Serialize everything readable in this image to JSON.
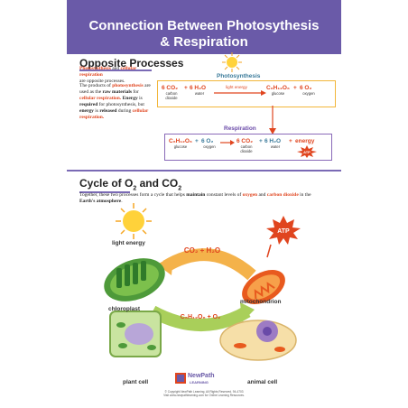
{
  "header": {
    "title_line1": "Connection Between Photosythesis",
    "title_line2": "& Respiration"
  },
  "opposite": {
    "heading": "Opposite Processes",
    "p1_red1": "Photosynthesis",
    "p1_mid": " and ",
    "p1_red2": "cellular respiration",
    "p1_end": "are opposite processes.",
    "p2": [
      {
        "t": "The products of ",
        "c": ""
      },
      {
        "t": "photosynthesis",
        "c": "red"
      },
      {
        "t": " are used as the ",
        "c": ""
      },
      {
        "t": "raw materials",
        "c": "blk"
      },
      {
        "t": " for ",
        "c": ""
      },
      {
        "t": "cellular respiration.",
        "c": "red"
      },
      {
        "t": " Energy",
        "c": "blk"
      },
      {
        "t": " is ",
        "c": ""
      },
      {
        "t": "required",
        "c": "blk"
      },
      {
        "t": " for photosynthesis, but ",
        "c": ""
      },
      {
        "t": "energy",
        "c": "blk"
      },
      {
        "t": " is ",
        "c": ""
      },
      {
        "t": "released",
        "c": "blk"
      },
      {
        "t": " during ",
        "c": ""
      },
      {
        "t": "cellular respiration.",
        "c": "red"
      }
    ]
  },
  "photosynthesis": {
    "label": "Photosynthesis",
    "reactant1": "6 CO₂",
    "reactant1_name": "carbon dioxide",
    "plus1": "+",
    "reactant2": "6 H₂O",
    "reactant2_name": "water",
    "energy_label": "light energy",
    "product1": "C₆H₁₂O₆",
    "product1_name": "glucose",
    "plus2": "+",
    "product2": "6 O₂",
    "product2_name": "oxygen"
  },
  "respiration": {
    "label": "Respiration",
    "reactant1": "C₆H₁₂O₆",
    "reactant1_name": "glucose",
    "plus1": "+",
    "reactant2": "6 O₂",
    "reactant2_name": "oxygen",
    "product1": "6 CO₂",
    "product1_name": "carbon dioxide",
    "plus2": "+",
    "product2": "6 H₂O",
    "product2_name": "water",
    "plus3": "+",
    "product3": "energy",
    "atp": "ATP"
  },
  "cycle": {
    "heading_pre": "Cycle of O",
    "heading_sub1": "2",
    "heading_mid": " and CO",
    "heading_sub2": "2",
    "p": [
      {
        "t": "Together, these two processes form a cycle that helps ",
        "c": ""
      },
      {
        "t": "maintain",
        "c": "blk"
      },
      {
        "t": " constant levels of ",
        "c": ""
      },
      {
        "t": "oxygen",
        "c": "red"
      },
      {
        "t": " and ",
        "c": ""
      },
      {
        "t": "carbon dioxide",
        "c": "red"
      },
      {
        "t": " in the ",
        "c": ""
      },
      {
        "t": "Earth's atmosphere",
        "c": "blk"
      },
      {
        "t": ".",
        "c": ""
      }
    ]
  },
  "diagram": {
    "light_energy": "light energy",
    "chloroplast": "chloroplast",
    "mitochondrion": "mitochondrion",
    "plant_cell": "plant cell",
    "animal_cell": "animal cell",
    "atp": "ATP",
    "top_arrow": "CO₂ + H₂O",
    "bottom_arrow": "C₆H₁₂O₆ + O₂"
  },
  "footer": {
    "brand_line1": "NewPath",
    "brand_line2": "LEARNING",
    "copyright": "© Copyright NewPath Learning. All Rights Reserved. 94-4703",
    "url": "Visit www.newpathlearning.com for Online Learning Resources."
  },
  "colors": {
    "header": "#6a5aa8",
    "accent_red": "#e0451f",
    "photo_box": "#f2b63a",
    "resp_box": "#8a6ab8",
    "arrow_orange": "#f4b24a",
    "arrow_green": "#a9cf5a"
  }
}
